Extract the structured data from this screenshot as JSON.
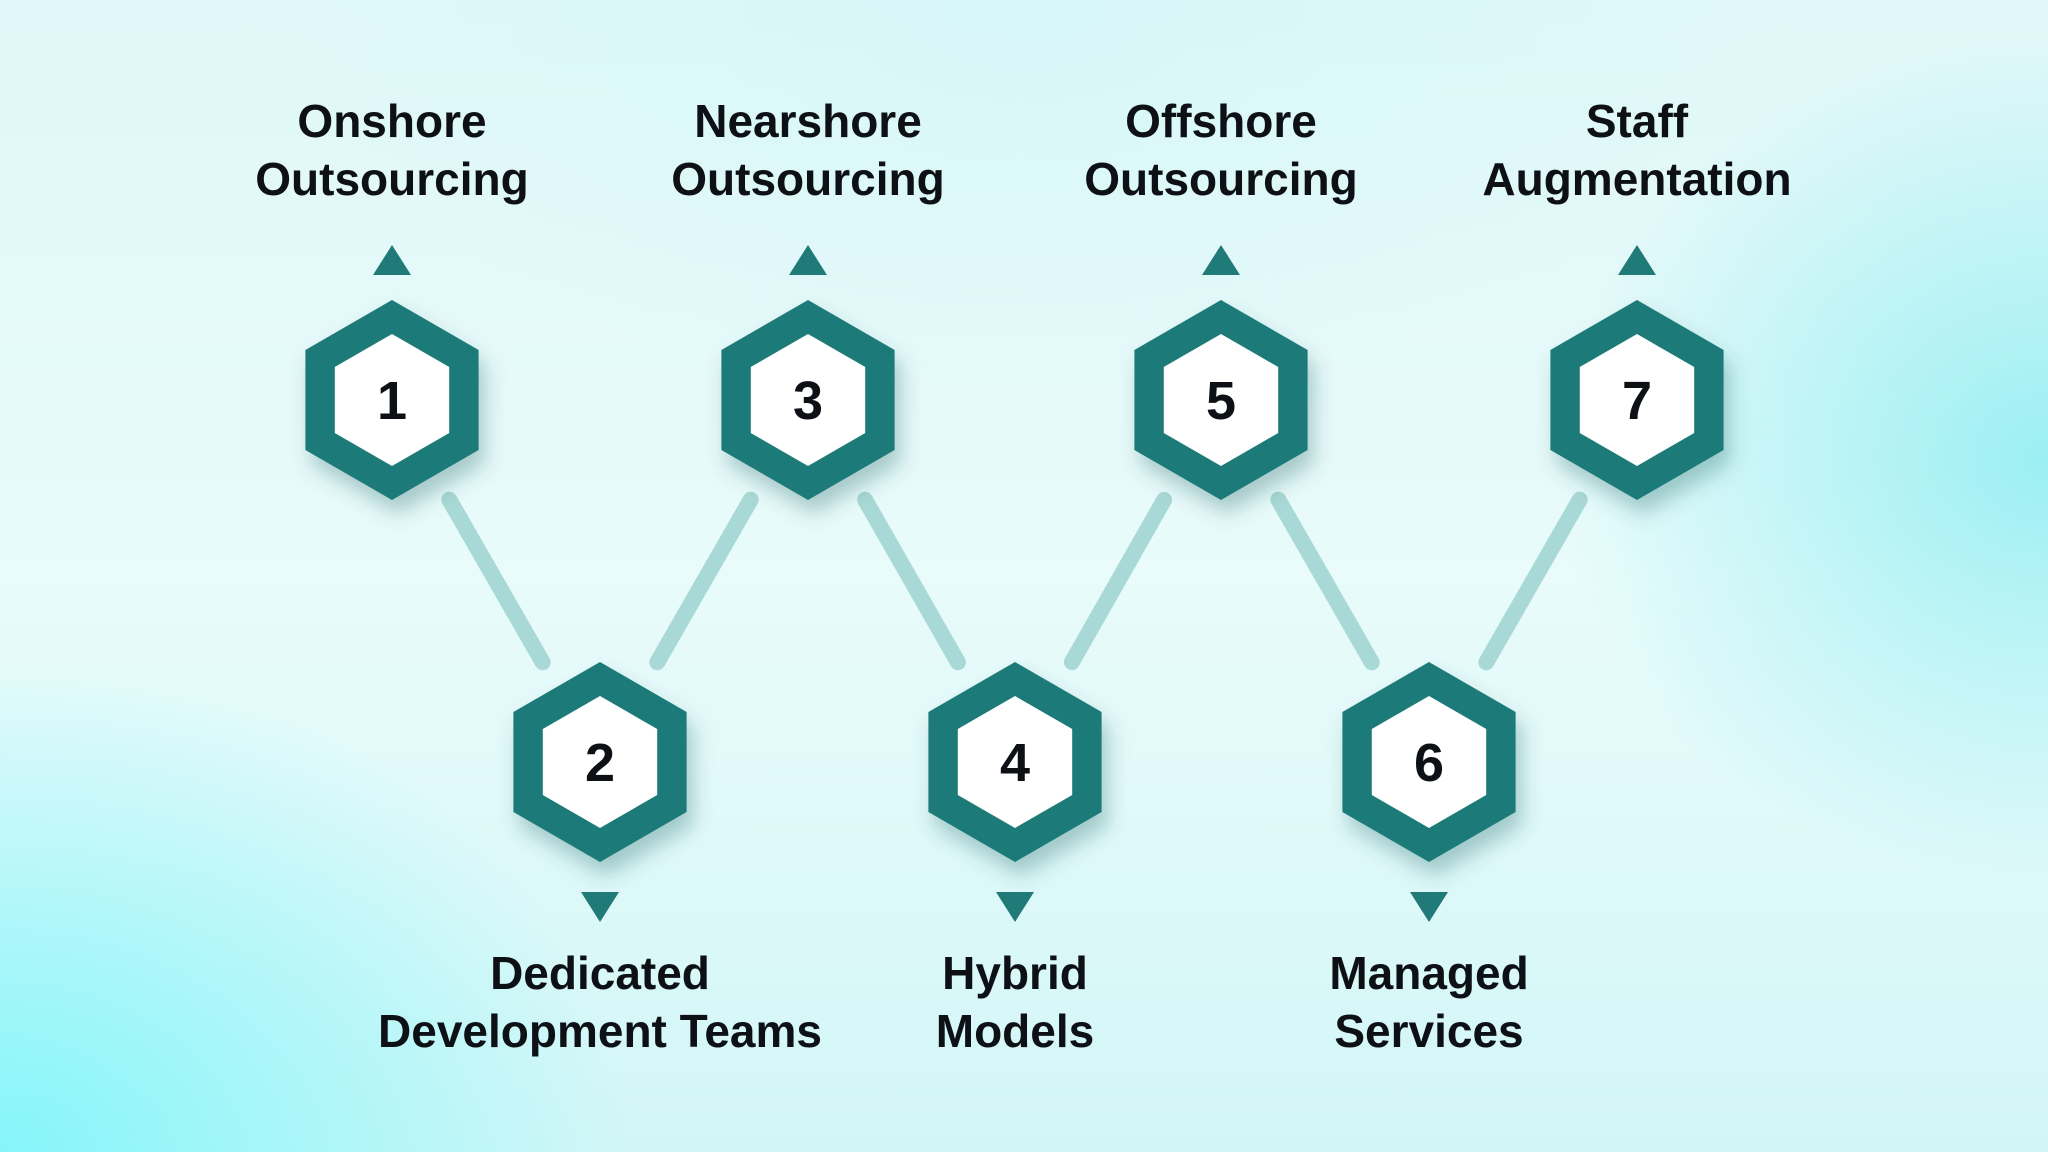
{
  "colors": {
    "hex_fill": "#1f7a78",
    "connector": "#a9d9d6",
    "text": "#0d1116"
  },
  "steps": [
    {
      "number": "1",
      "lines": [
        "Onshore",
        "Outsourcing"
      ]
    },
    {
      "number": "2",
      "lines": [
        "Dedicated",
        "Development Teams"
      ]
    },
    {
      "number": "3",
      "lines": [
        "Nearshore",
        "Outsourcing"
      ]
    },
    {
      "number": "4",
      "lines": [
        "Hybrid",
        "Models"
      ]
    },
    {
      "number": "5",
      "lines": [
        "Offshore",
        "Outsourcing"
      ]
    },
    {
      "number": "6",
      "lines": [
        "Managed",
        "Services"
      ]
    },
    {
      "number": "7",
      "lines": [
        "Staff",
        "Augmentation"
      ]
    }
  ]
}
